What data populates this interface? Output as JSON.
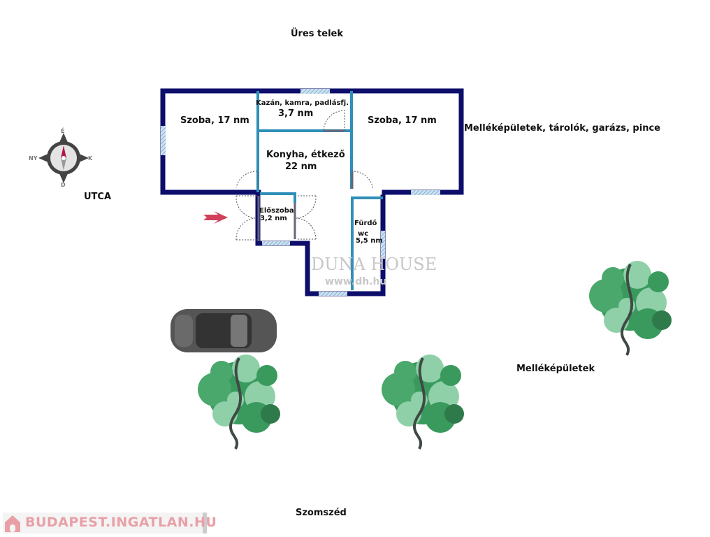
{
  "labels": {
    "top": "Üres telek",
    "right": "Melléképületek, tárolók, garázs, pince",
    "street": "UTCA",
    "outbuildings": "Melléképületek",
    "bottom": "Szomszéd"
  },
  "rooms": [
    {
      "name": "Szoba, 17 nm"
    },
    {
      "name": "Kazán, kamra, padlásfj.",
      "area": "3,7 nm"
    },
    {
      "name": "Szoba, 17 nm"
    },
    {
      "name": "Konyha, étkező",
      "area": "22 nm"
    },
    {
      "name": "Előszoba",
      "area": "3,2 nm"
    },
    {
      "name": "Fürdő",
      "sub": "wc",
      "area": "5,5 nm"
    }
  ],
  "compass": {
    "n": "É",
    "s": "D",
    "w": "NY",
    "e": "K"
  },
  "watermark": {
    "brand": "DUNA HOUSE",
    "url": "www.dh.hu"
  },
  "logo": "BUDAPEST.INGATLAN.HU",
  "colors": {
    "outer_wall": "#0d0d6b",
    "inner_wall": "#2f8fb8",
    "window": "#9cc3df",
    "tree": "#3a9a5e",
    "arrow": "#d0405a"
  }
}
